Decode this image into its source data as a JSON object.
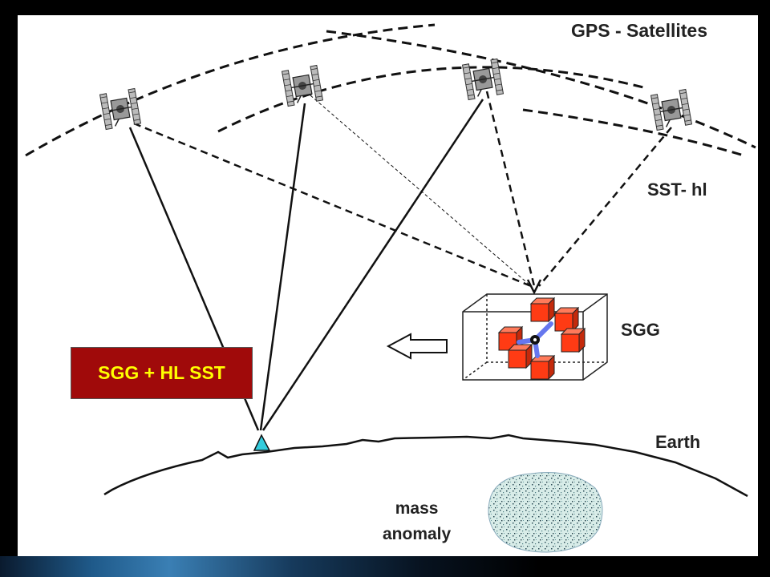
{
  "labels": {
    "gps_satellites": "GPS - Satellites",
    "sst_hl": "SST- hl",
    "sgg": "SGG",
    "earth": "Earth",
    "mass_line1": "mass",
    "mass_line2": "anomaly"
  },
  "callout": {
    "text": "SGG + HL SST",
    "bg_color": "#a00a0a",
    "text_color": "#ffff00"
  },
  "colors": {
    "cube": "#ff3b14",
    "receiver": "#33ccdd",
    "gradiometer_arm": "#6677ee"
  }
}
